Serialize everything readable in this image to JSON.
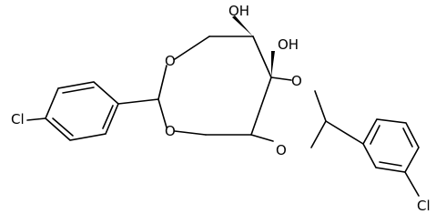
{
  "molecule": {
    "atoms": {
      "oh_top": "OH",
      "oh_right": "OH",
      "o_ring_top": "O",
      "o_ring_bottom": "O",
      "o_dioxolane_top": "O",
      "o_dioxolane_bottom": "O",
      "cl_left": "Cl",
      "cl_right": "Cl"
    }
  }
}
